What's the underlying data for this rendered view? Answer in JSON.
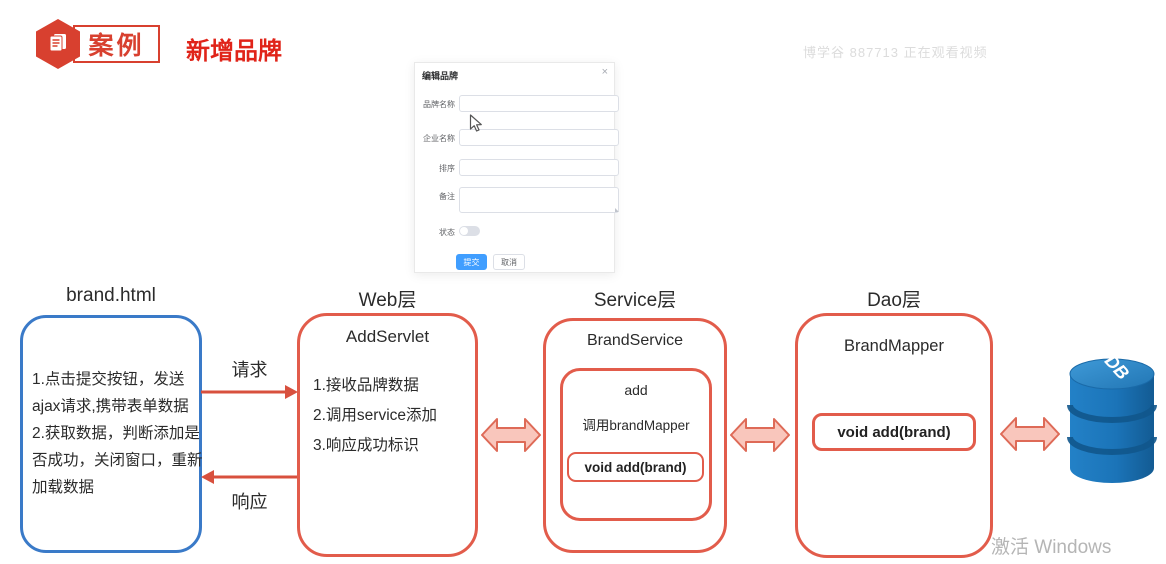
{
  "header": {
    "badge_label": "案例",
    "title": "新增品牌",
    "watermark_top": "博学谷 887713 正在观看视频",
    "watermark_bottom": "激活 Windows"
  },
  "modal": {
    "title": "编辑品牌",
    "close_icon": "×",
    "fields": [
      {
        "label": "品牌名称",
        "type": "input",
        "value": ""
      },
      {
        "label": "企业名称",
        "type": "input",
        "value": ""
      },
      {
        "label": "排序",
        "type": "input",
        "value": ""
      },
      {
        "label": "备注",
        "type": "textarea",
        "value": ""
      },
      {
        "label": "状态",
        "type": "toggle",
        "state": "off"
      }
    ],
    "submit_label": "提交",
    "cancel_label": "取消"
  },
  "diagram": {
    "request_label": "请求",
    "response_label": "响应",
    "columns": {
      "brand": {
        "title": "brand.html",
        "lines": [
          "1.点击提交按钮，发送",
          "ajax请求,携带表单数据",
          "2.获取数据，判断添加是",
          "否成功，关闭窗口，重新",
          "加载数据"
        ]
      },
      "web": {
        "title": "Web层",
        "class_name": "AddServlet",
        "items": [
          "1.接收品牌数据",
          "2.调用service添加",
          "3.响应成功标识"
        ]
      },
      "service": {
        "title": "Service层",
        "class_name": "BrandService",
        "method_name": "add",
        "method_line": "调用brandMapper",
        "method_signature": "void add(brand)"
      },
      "dao": {
        "title": "Dao层",
        "class_name": "BrandMapper",
        "method_signature": "void add(brand)"
      },
      "db": {
        "label": "DB"
      }
    }
  },
  "colors": {
    "accent_red": "#e25c4b",
    "accent_blue": "#3a7ac8",
    "logo_red": "#d8402f",
    "title_red": "#e02419",
    "primary_button_blue": "#409eff",
    "db_blue": "#1b74b8",
    "arrow_fill_pink": "#f9c6bc"
  }
}
